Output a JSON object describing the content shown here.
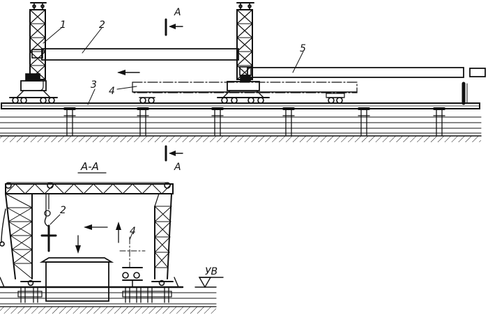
{
  "elevation": {
    "callouts": [
      "1",
      "2",
      "3",
      "4",
      "5"
    ],
    "section_mark": "A"
  },
  "section": {
    "title": "A-A",
    "callouts": [
      "2",
      "4"
    ],
    "water_level": "УВ"
  },
  "colors": {
    "ink": "#111111",
    "paper": "#ffffff"
  }
}
